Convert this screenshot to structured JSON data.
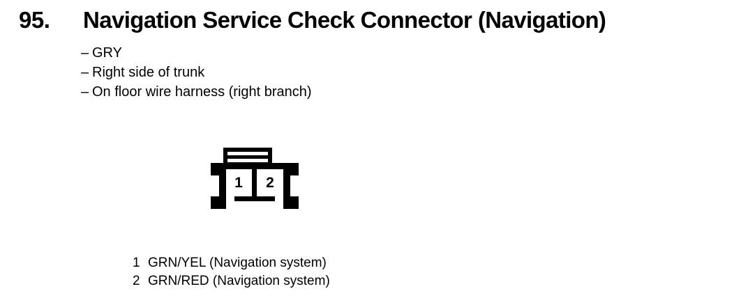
{
  "header": {
    "entry_number": "95.",
    "title": "Navigation Service Check Connector (Navigation)"
  },
  "spec_list": {
    "dash": "–",
    "items": [
      {
        "text": "GRY"
      },
      {
        "text": "Right side of trunk"
      },
      {
        "text": "On floor wire harness (right branch)"
      }
    ]
  },
  "connector": {
    "icon_name": "two-pin-connector-diagram",
    "stroke_color": "#000000",
    "fill_color": "#ffffff",
    "pins": [
      {
        "number": "1"
      },
      {
        "number": "2"
      }
    ]
  },
  "pin_legend": {
    "rows": [
      {
        "pin": "1",
        "wire": "GRN/YEL (Navigation system)"
      },
      {
        "pin": "2",
        "wire": "GRN/RED (Navigation system)"
      }
    ]
  }
}
